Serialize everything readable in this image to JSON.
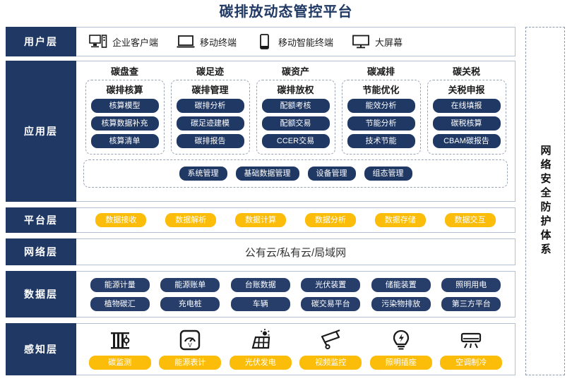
{
  "title": "碳排放动态管控平台",
  "security_band": {
    "label": "网络安全防护体系"
  },
  "layers": {
    "user": {
      "label": "用户层",
      "items": [
        {
          "icon": "desktop-tower-icon",
          "label": "企业客户端"
        },
        {
          "icon": "laptop-icon",
          "label": "移动终端"
        },
        {
          "icon": "smartphone-icon",
          "label": "移动智能终端"
        },
        {
          "icon": "monitor-icon",
          "label": "大屏幕"
        }
      ]
    },
    "app": {
      "label": "应用层",
      "pillars": [
        {
          "title": "碳盘查",
          "sub": "碳排核算",
          "chips": [
            "核算模型",
            "核算数据补充",
            "核算清单"
          ]
        },
        {
          "title": "碳足迹",
          "sub": "碳排管理",
          "chips": [
            "碳排分析",
            "碳足迹建模",
            "碳排报告"
          ]
        },
        {
          "title": "碳资产",
          "sub": "碳排放权",
          "chips": [
            "配额考核",
            "配额交易",
            "CCER交易"
          ]
        },
        {
          "title": "碳减排",
          "sub": "节能优化",
          "chips": [
            "能效分析",
            "节能分析",
            "技术节能"
          ]
        },
        {
          "title": "碳关税",
          "sub": "关税申报",
          "chips": [
            "在线填报",
            "碳税核算",
            "CBAM碳报告"
          ]
        }
      ],
      "management": [
        "系统管理",
        "基础数据管理",
        "设备管理",
        "组态管理"
      ]
    },
    "platform": {
      "label": "平台层",
      "pills": [
        "数据接收",
        "数据解析",
        "数据计算",
        "数据分析",
        "数据存储",
        "数据交互"
      ]
    },
    "network": {
      "label": "网络层",
      "text": "公有云/私有云/局域网"
    },
    "data": {
      "label": "数据层",
      "row1": [
        "能源计量",
        "能源账单",
        "台账数据",
        "光伏装置",
        "储能装置",
        "照明用电"
      ],
      "row2": [
        "植物碳汇",
        "充电桩",
        "车辆",
        "碳交易平台",
        "污染物排放",
        "第三方平台"
      ]
    },
    "sense": {
      "label": "感知层",
      "items": [
        {
          "icon": "carbon-monitor-icon",
          "label": "碳监测"
        },
        {
          "icon": "energy-meter-icon",
          "label": "能源表计"
        },
        {
          "icon": "solar-panel-icon",
          "label": "光伏发电"
        },
        {
          "icon": "cctv-camera-icon",
          "label": "视频监控"
        },
        {
          "icon": "light-bulb-icon",
          "label": "照明插座"
        },
        {
          "icon": "air-conditioner-icon",
          "label": "空调制冷"
        }
      ]
    }
  },
  "colors": {
    "brand_navy": "#1f3864",
    "chip_navy": "#273e6b",
    "accent_yellow": "#fbbc0a",
    "border_blue": "#b4c0d6",
    "dash_gray": "#9aa4b6"
  }
}
